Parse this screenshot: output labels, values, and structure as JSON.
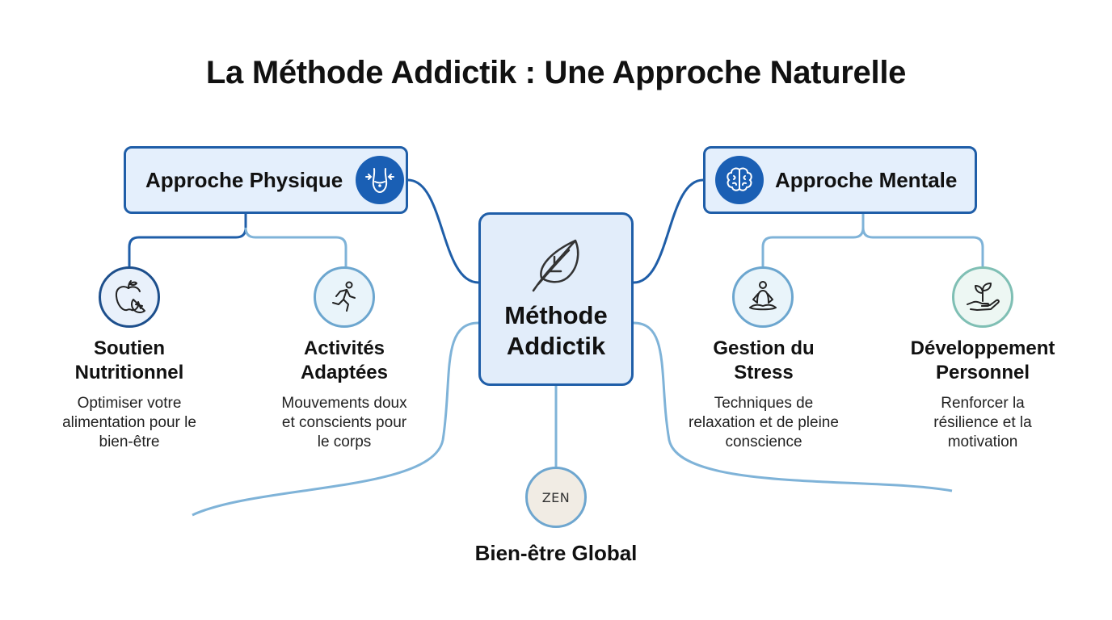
{
  "title": "La Méthode Addictik : Une Approche Naturelle",
  "center": {
    "label_line1": "Méthode",
    "label_line2": "Addictik",
    "icon": "leaf-icon"
  },
  "branches": {
    "physique": {
      "label": "Approche Physique",
      "icon": "waist-measure-icon"
    },
    "mentale": {
      "label": "Approche Mentale",
      "icon": "brain-icon"
    }
  },
  "nodes": [
    {
      "title_line1": "Soutien",
      "title_line2": "Nutritionnel",
      "desc_line1": "Optimiser votre",
      "desc_line2": "alimentation pour le",
      "desc_line3": "bien-être",
      "icon": "apple-icon"
    },
    {
      "title_line1": "Activités",
      "title_line2": "Adaptées",
      "desc_line1": "Mouvements doux",
      "desc_line2": "et conscients pour",
      "desc_line3": "le corps",
      "icon": "running-person-icon"
    },
    {
      "title_line1": "Gestion du",
      "title_line2": "Stress",
      "desc_line1": "Techniques de",
      "desc_line2": "relaxation et de pleine",
      "desc_line3": "conscience",
      "icon": "meditation-icon"
    },
    {
      "title_line1": "Développement",
      "title_line2": "Personnel",
      "desc_line1": "Renforcer la",
      "desc_line2": "résilience et la",
      "desc_line3": "motivation",
      "icon": "sprout-in-hand-icon"
    }
  ],
  "goal": {
    "badge": "ZEN",
    "label": "Bien-être Global"
  },
  "colors": {
    "dark_blue": "#1f5ea8",
    "light_blue": "#7fb3d8",
    "pill_fill": "#e4effc"
  }
}
